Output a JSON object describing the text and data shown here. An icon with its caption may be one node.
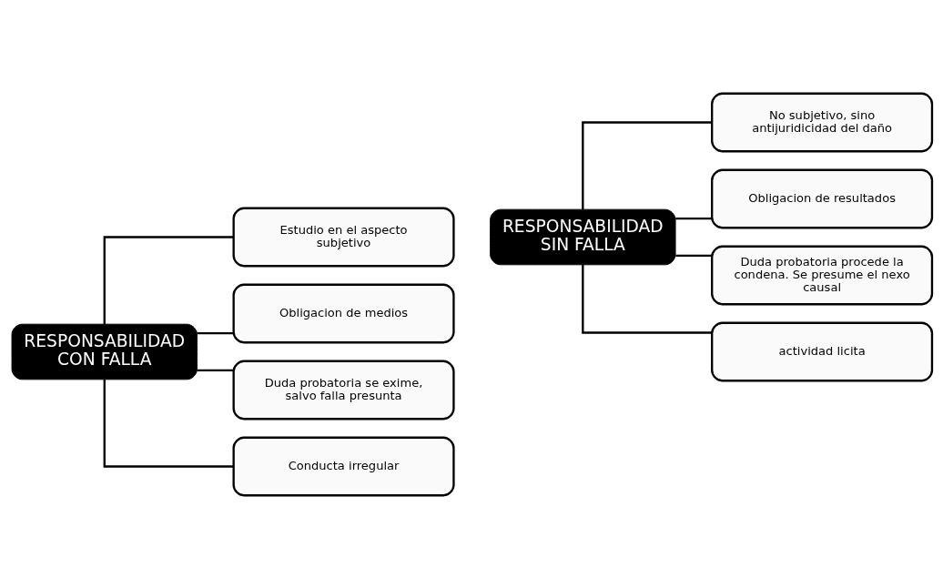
{
  "diagram": {
    "nodes": [
      {
        "text": [
          "RESPONSABILIDAD CON FALLA"
        ]
      },
      {
        "text": [
          "Estudio en el aspecto subjetivo"
        ]
      },
      {
        "text": [
          "Obligacion de medios"
        ]
      },
      {
        "text": [
          "Duda probatoria se exime, salvo falla presunta"
        ]
      },
      {
        "text": [
          "Conducta irregular"
        ]
      },
      {
        "text": [
          "RESPONSABILIDAD SIN FALLA"
        ]
      },
      {
        "text": [
          "No subjetivo, sino antijuridicidad del daño"
        ]
      },
      {
        "text": [
          "Obligacion de resultados"
        ]
      },
      {
        "text": [
          "Duda probatoria procede la condena. Se presume el nexo causal"
        ]
      },
      {
        "text": [
          "actividad licita"
        ]
      }
    ],
    "edges": [
      {
        "from": 0,
        "to": 1,
        "arrow": "none"
      },
      {
        "from": 0,
        "to": 2,
        "arrow": "none"
      },
      {
        "from": 0,
        "to": 3,
        "arrow": "none"
      },
      {
        "from": 0,
        "to": 4,
        "arrow": "none"
      },
      {
        "from": 5,
        "to": 6,
        "arrow": "none"
      },
      {
        "from": 5,
        "to": 7,
        "arrow": "none"
      },
      {
        "from": 5,
        "to": 8,
        "arrow": "none"
      },
      {
        "from": 5,
        "to": 9,
        "arrow": "none"
      }
    ]
  }
}
